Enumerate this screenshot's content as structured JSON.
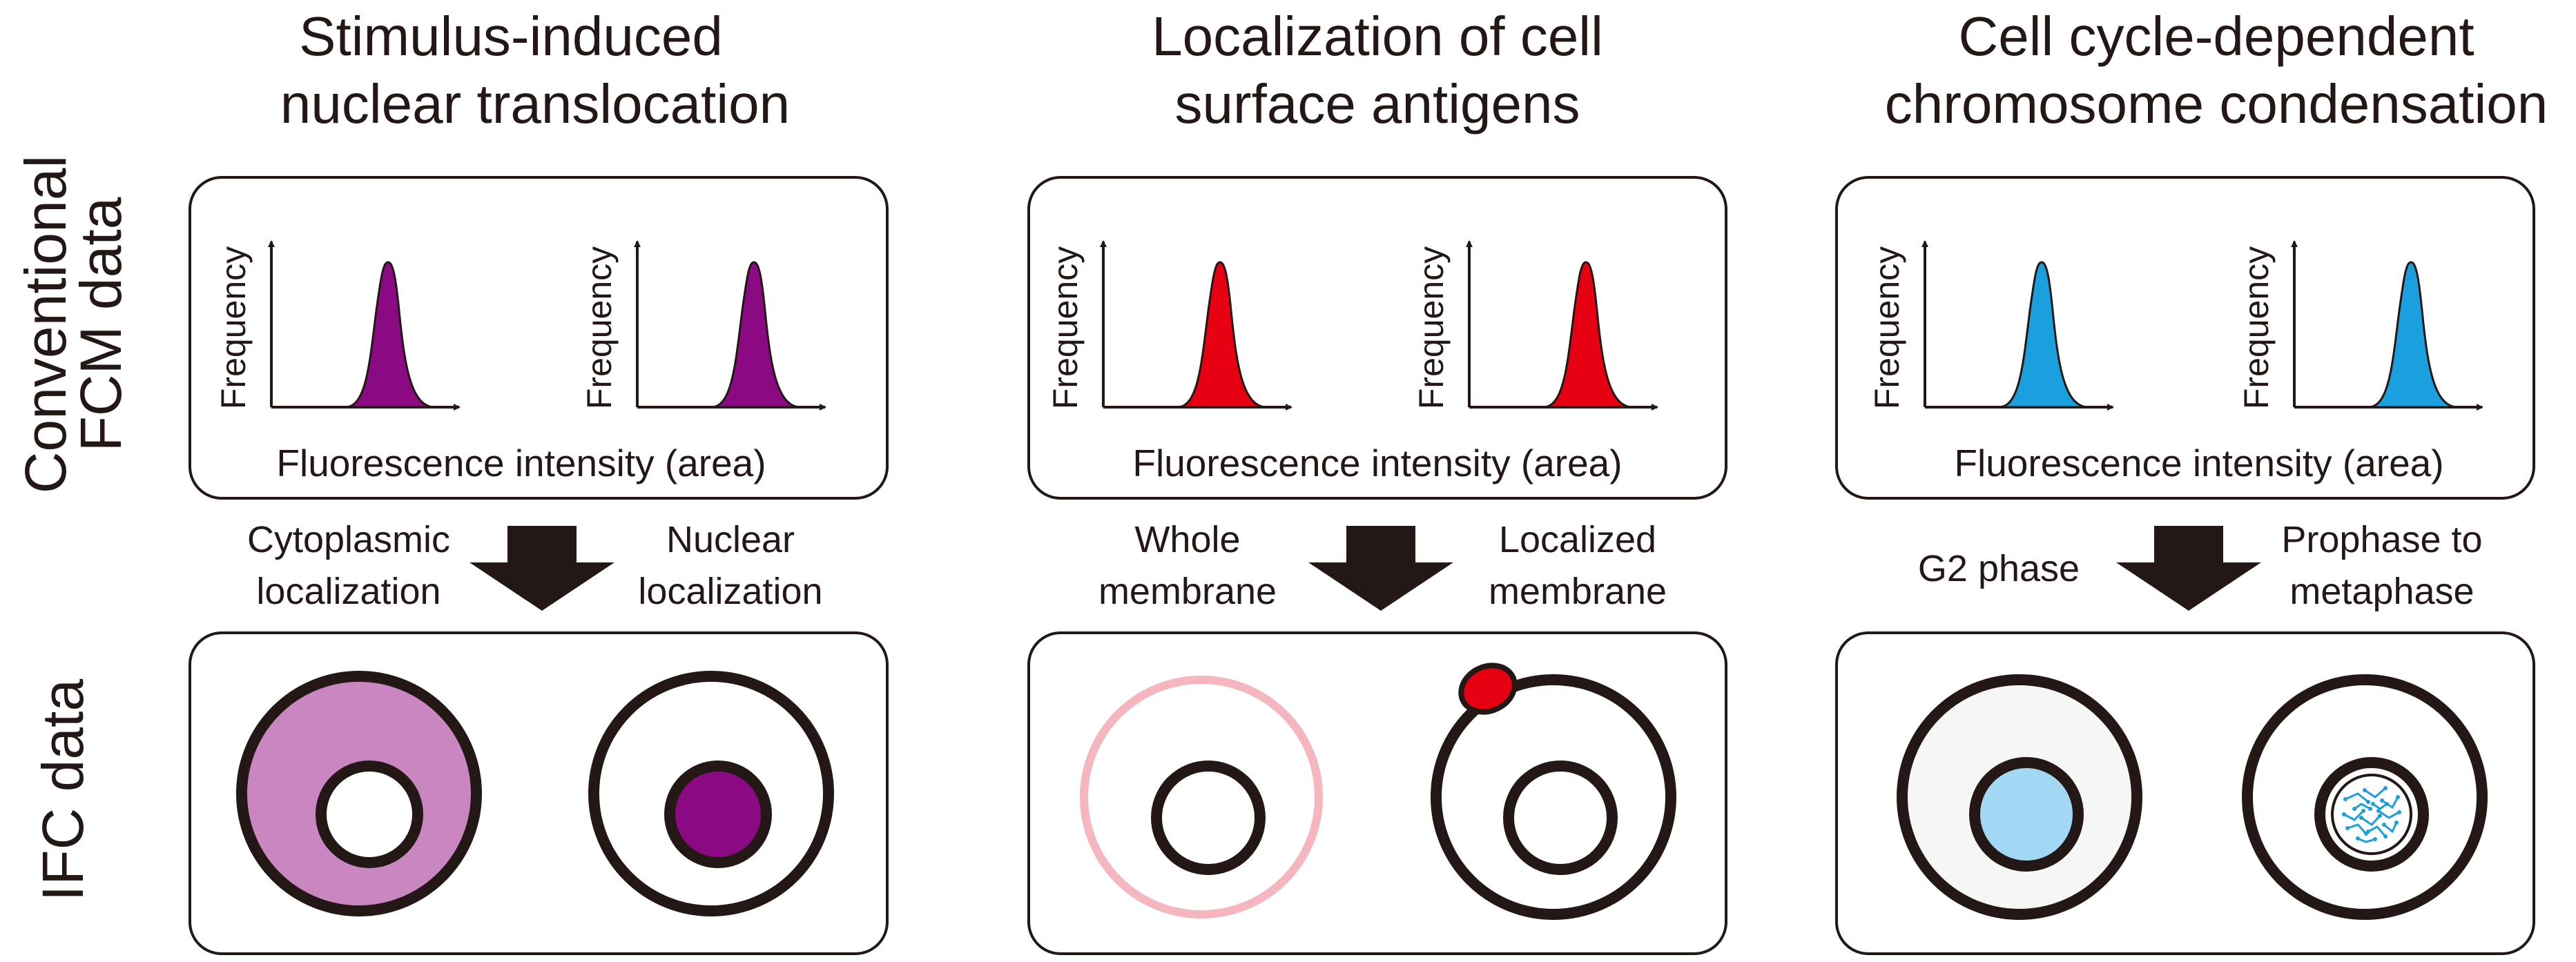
{
  "row_labels": {
    "fcm": [
      "Conventional",
      "FCM data"
    ],
    "ifc": "IFC data"
  },
  "colors": {
    "ink": "#231815",
    "purple": "#8b0a83",
    "light_purple": "#c986c1",
    "red": "#e60012",
    "pink": "#f5b6c0",
    "blue": "#1aa0df",
    "light_blue": "#a2d8f4",
    "pale_gray": "#f6f6f6"
  },
  "panels": [
    {
      "title": [
        "Stimulus-induced",
        "nuclear translocation"
      ],
      "histogram": {
        "ylabel": "Frequency",
        "xlabel": "Fluorescence intensity (area)",
        "fill": "#8b0a83"
      },
      "left_label": [
        "Cytoplasmic",
        "localization"
      ],
      "right_label": [
        "Nuclear",
        "localization"
      ]
    },
    {
      "title": [
        "Localization of cell",
        "surface antigens"
      ],
      "histogram": {
        "ylabel": "Frequency",
        "xlabel": "Fluorescence intensity (area)",
        "fill": "#e60012"
      },
      "left_label": [
        "Whole",
        "membrane"
      ],
      "right_label": [
        "Localized",
        "membrane"
      ]
    },
    {
      "title": [
        "Cell cycle-dependent",
        "chromosome condensation"
      ],
      "histogram": {
        "ylabel": "Frequency",
        "xlabel": "Fluorescence intensity (area)",
        "fill": "#1aa0df"
      },
      "left_label": [
        "G2 phase"
      ],
      "right_label": [
        "Prophase to",
        "metaphase"
      ]
    }
  ]
}
